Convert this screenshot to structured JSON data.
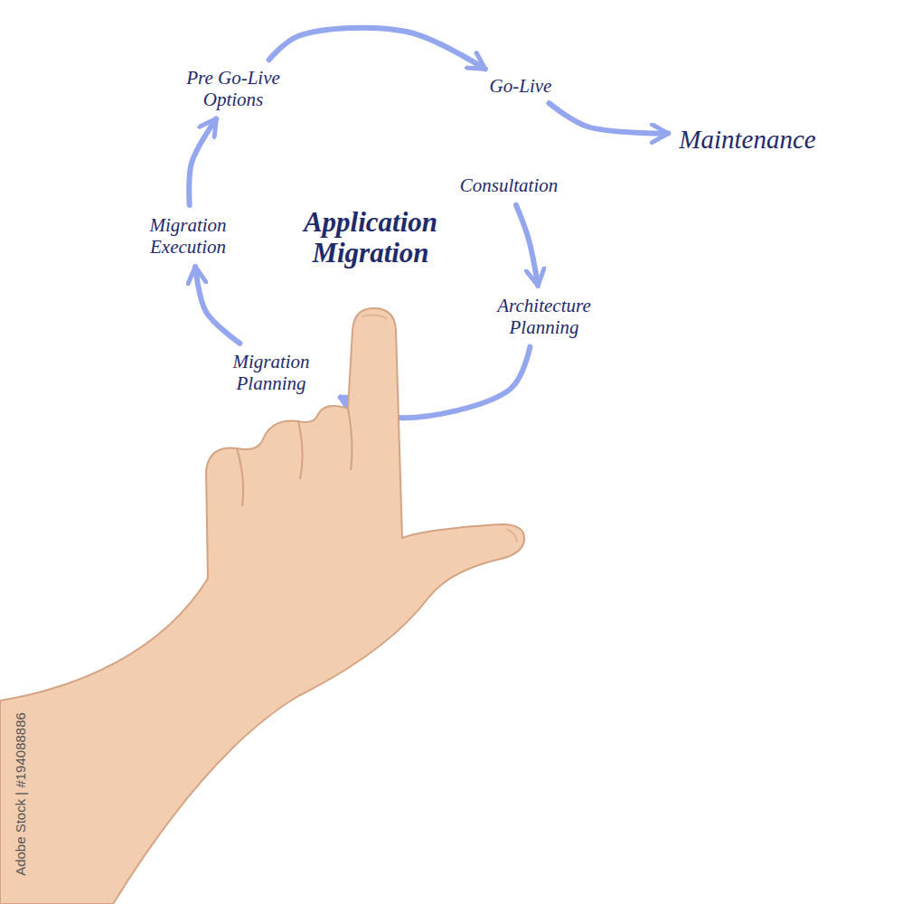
{
  "diagram": {
    "title": "Application Migration",
    "nodes": [
      {
        "text": [
          "Consultation"
        ]
      },
      {
        "text": [
          "Architecture Planning"
        ]
      },
      {
        "text": [
          "Migration Planning"
        ]
      },
      {
        "text": [
          "Migration Execution"
        ]
      },
      {
        "text": [
          "Pre Go-Live Options"
        ]
      },
      {
        "text": [
          "Go-Live"
        ]
      },
      {
        "text": [
          "Maintenance"
        ]
      }
    ],
    "edges": [
      {
        "from": 0,
        "to": 1,
        "arrow": "to"
      },
      {
        "from": 1,
        "to": 2,
        "arrow": "to"
      },
      {
        "from": 2,
        "to": 3,
        "arrow": "to"
      },
      {
        "from": 3,
        "to": 4,
        "arrow": "to"
      },
      {
        "from": 4,
        "to": 5,
        "arrow": "to"
      },
      {
        "from": 5,
        "to": 6,
        "arrow": "to"
      }
    ],
    "labels": [
      "Adobe Stock | #194088886"
    ]
  }
}
